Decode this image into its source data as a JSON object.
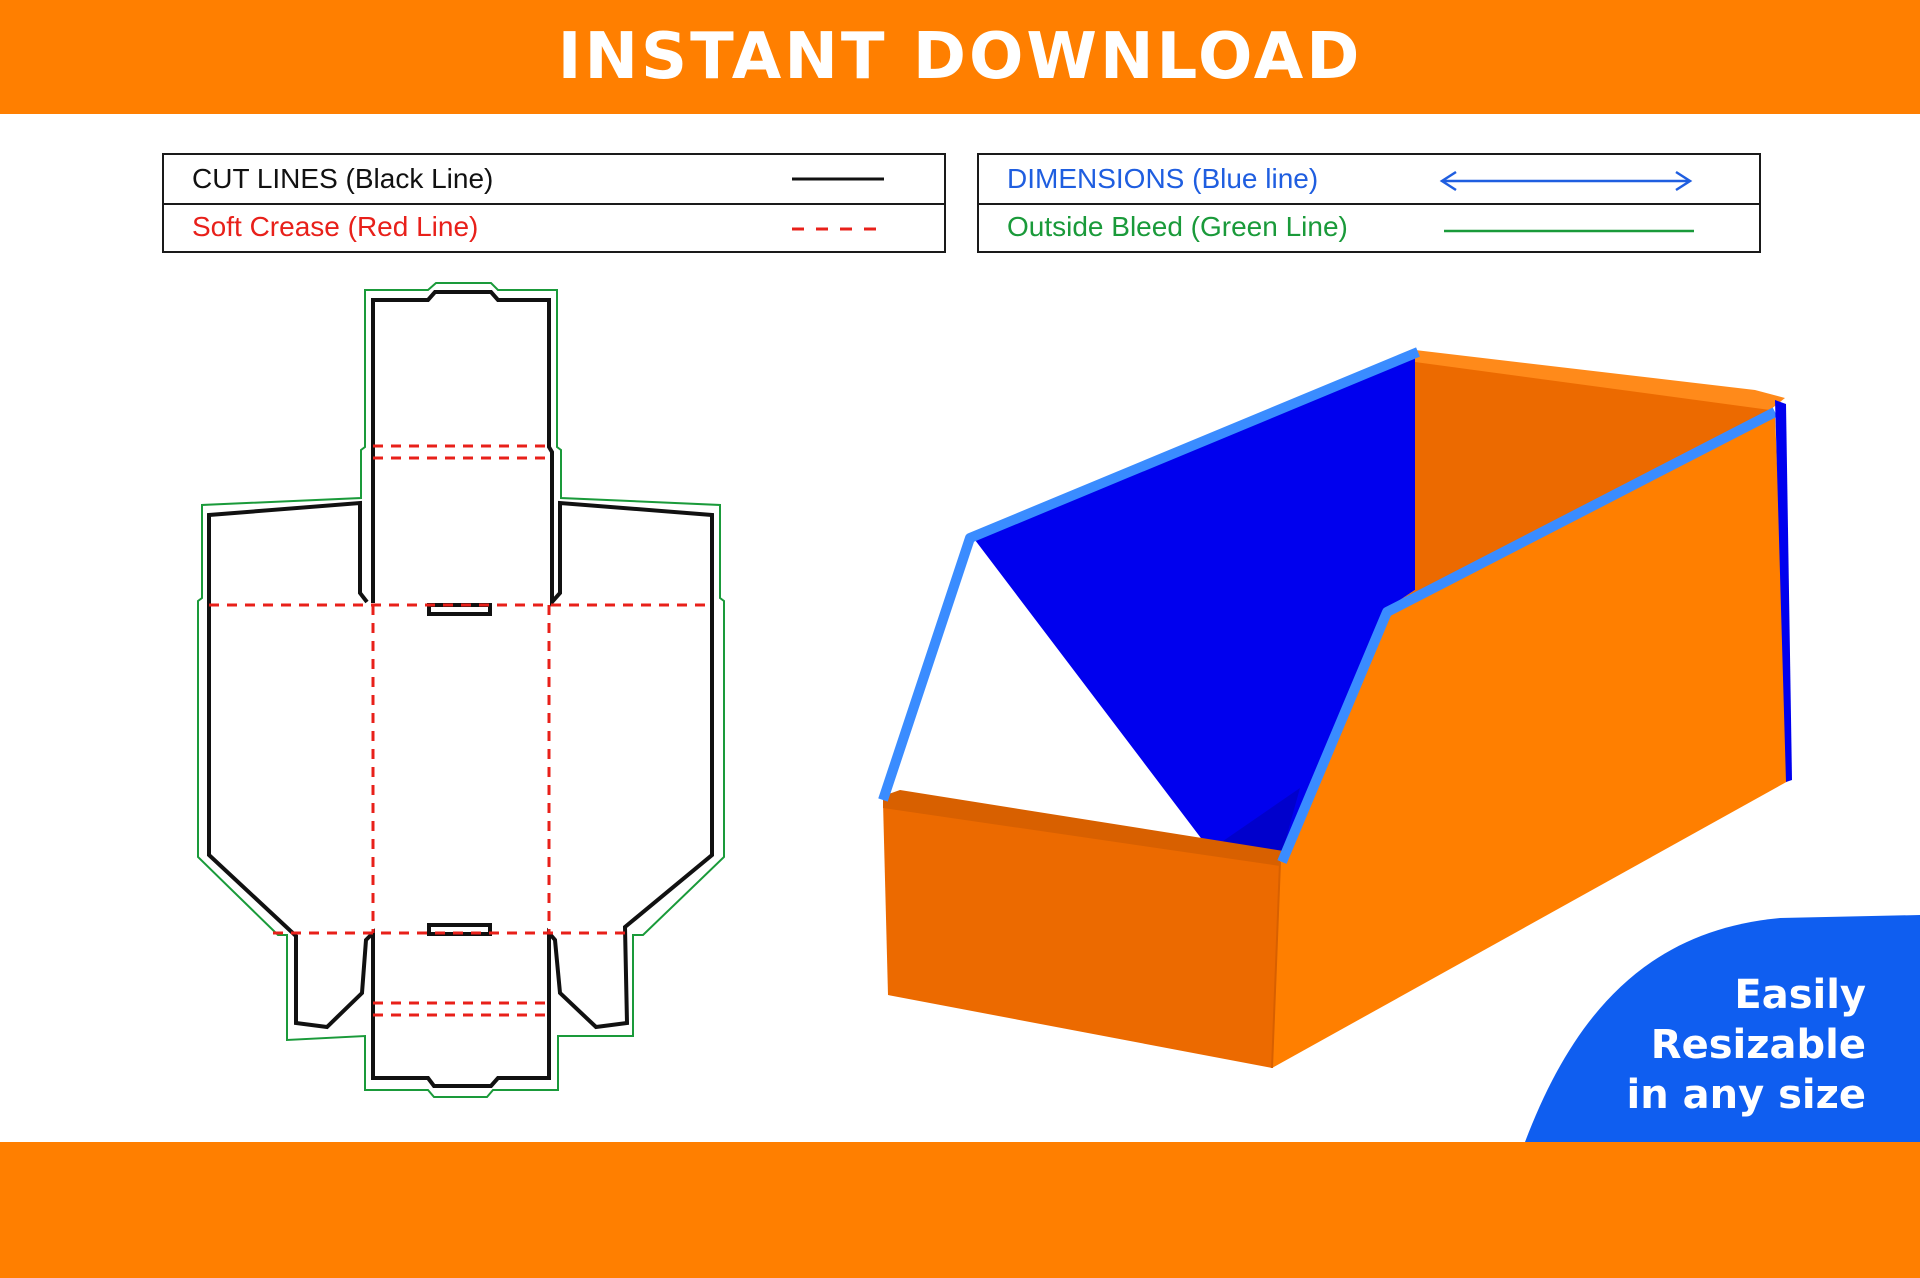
{
  "banner": {
    "title": "INSTANT DOWNLOAD"
  },
  "legend": {
    "cut_lines": {
      "label": "CUT LINES (Black Line)",
      "color": "#111111"
    },
    "soft_crease": {
      "label": "Soft Crease (Red Line)",
      "color": "#e8201a"
    },
    "dimensions": {
      "label": "DIMENSIONS (Blue line)",
      "color": "#1f5ee0"
    },
    "outside_bleed": {
      "label": "Outside Bleed (Green Line)",
      "color": "#1a9a3a"
    }
  },
  "badge": {
    "line1": "Easily",
    "line2": "Resizable",
    "line3": "in any size",
    "color": "#0f5ef0"
  },
  "colors": {
    "banner": "#ff7f00",
    "box_orange": "#ff7f00",
    "box_orange_dark": "#ec6a00",
    "box_inside_blue": "#0000ee",
    "box_rim_blue": "#3a8cff"
  }
}
